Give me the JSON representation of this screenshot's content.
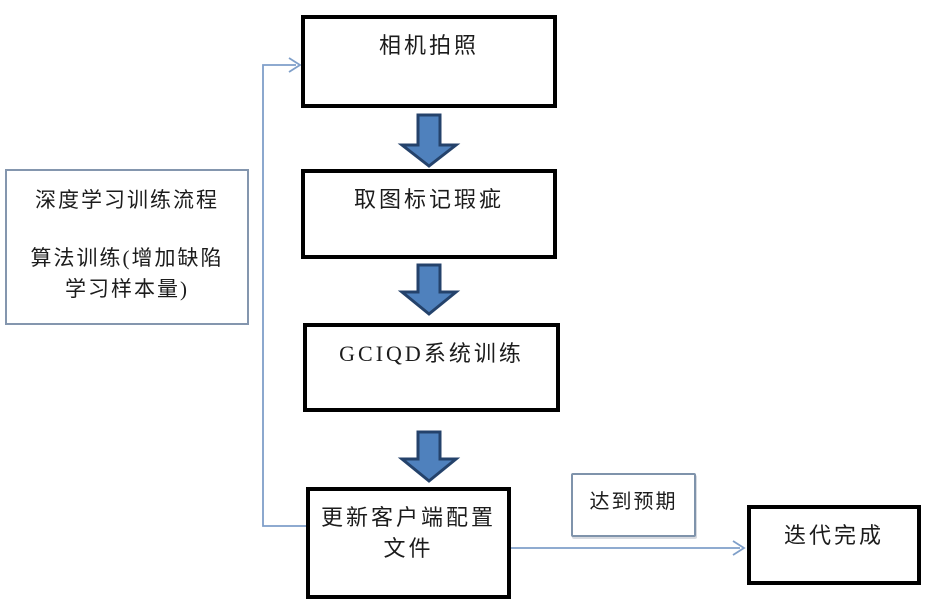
{
  "diagram": {
    "info_box": {
      "line1": "深度学习训练流程",
      "line2": "算法训练(增加缺陷学习样本量)"
    },
    "nodes": [
      {
        "id": "camera",
        "label": "相机拍照"
      },
      {
        "id": "mark-defects",
        "label": "取图标记瑕疵"
      },
      {
        "id": "gciqd-training",
        "label": "GCIQD系统训练"
      },
      {
        "id": "update-config",
        "label": "更新客户端配置文件"
      },
      {
        "id": "iteration-done",
        "label": "迭代完成"
      }
    ],
    "edge_label": "达到预期",
    "colors": {
      "background": "#ffffff",
      "flow_box_border": "#000000",
      "info_box_border": "#8496ae",
      "edge_label_border": "#7f93ab",
      "block_arrow_fill": "#4f81bd",
      "block_arrow_stroke": "#24426b",
      "connector_line": "#7f9fc9",
      "text": "#1c1c1c"
    }
  }
}
